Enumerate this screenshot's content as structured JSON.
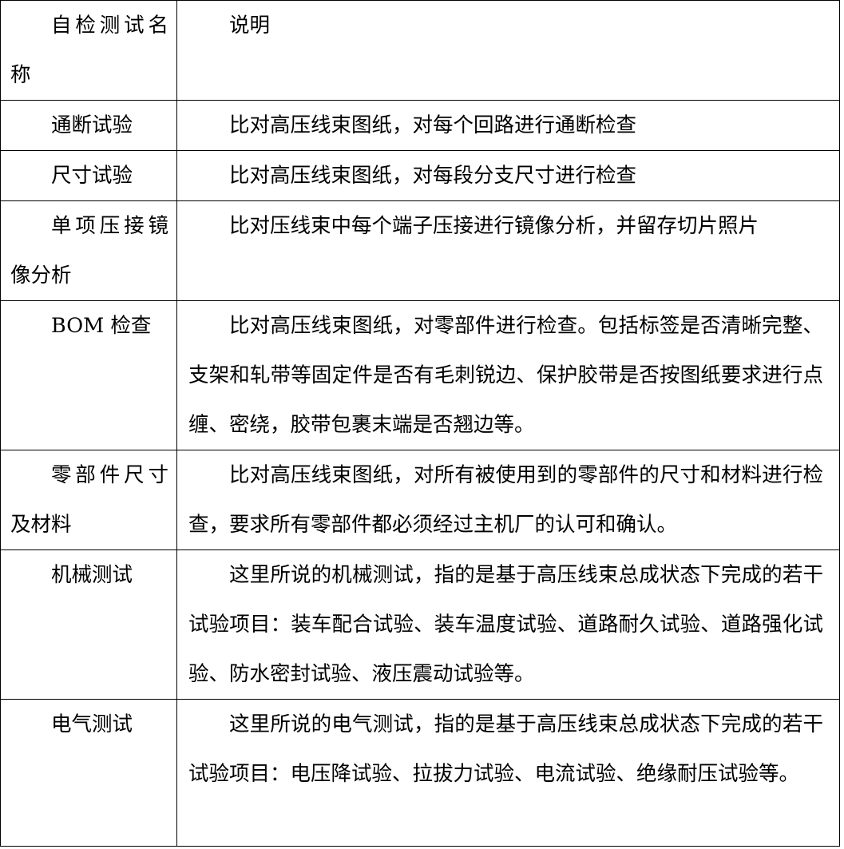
{
  "table": {
    "header": {
      "name": "自检测试名称",
      "desc": "说明"
    },
    "rows": [
      {
        "name": "通断试验",
        "desc": "比对高压线束图纸，对每个回路进行通断检查"
      },
      {
        "name": "尺寸试验",
        "desc": "比对高压线束图纸，对每段分支尺寸进行检查"
      },
      {
        "name": "单项压接镜像分析",
        "desc": "比对压线束中每个端子压接进行镜像分析，并留存切片照片"
      },
      {
        "name": "BOM 检查",
        "desc": "比对高压线束图纸，对零部件进行检查。包括标签是否清晰完整、支架和轧带等固定件是否有毛刺锐边、保护胶带是否按图纸要求进行点缠、密绕，胶带包裹末端是否翘边等。"
      },
      {
        "name": "零部件尺寸及材料",
        "desc": "比对高压线束图纸，对所有被使用到的零部件的尺寸和材料进行检查，要求所有零部件都必须经过主机厂的认可和确认。"
      },
      {
        "name": "机械测试",
        "desc": "这里所说的机械测试，指的是基于高压线束总成状态下完成的若干试验项目：装车配合试验、装车温度试验、道路耐久试验、道路强化试验、防水密封试验、液压震动试验等。"
      },
      {
        "name": "电气测试",
        "desc": "这里所说的电气测试，指的是基于高压线束总成状态下完成的若干试验项目：电压降试验、拉拔力试验、电流试验、绝缘耐压试验等。"
      }
    ]
  }
}
